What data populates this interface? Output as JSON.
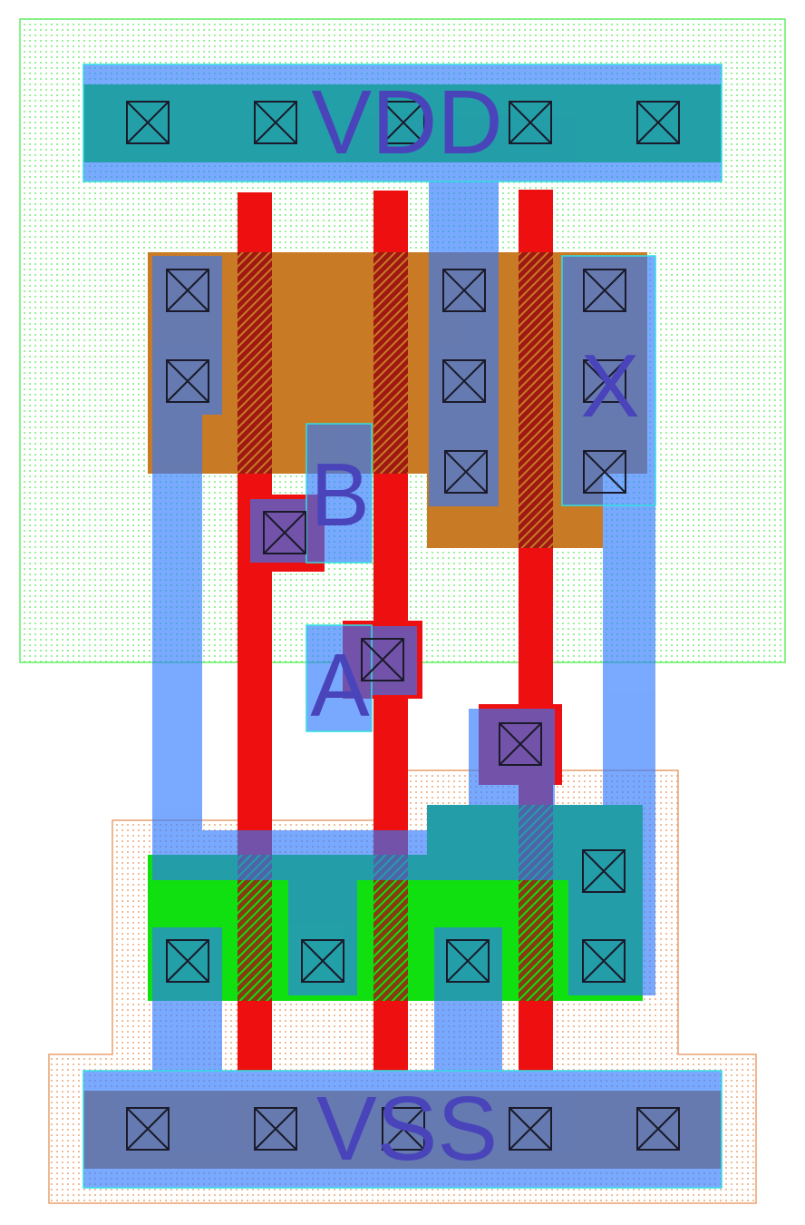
{
  "labels": {
    "vdd": "VDD",
    "vss": "VSS",
    "input_a": "A",
    "input_b": "B",
    "output_x": "X"
  },
  "colors": {
    "nwell": "#66ee66",
    "pwell": "#e8a070",
    "pdiff": "#c87a25",
    "ndiff": "#10e010",
    "poly": "#ee1010",
    "metal1": "#2f7aff",
    "pin_outline": "#30e0e0",
    "label": "#4a44bb",
    "contact": "#1a1a2a"
  }
}
